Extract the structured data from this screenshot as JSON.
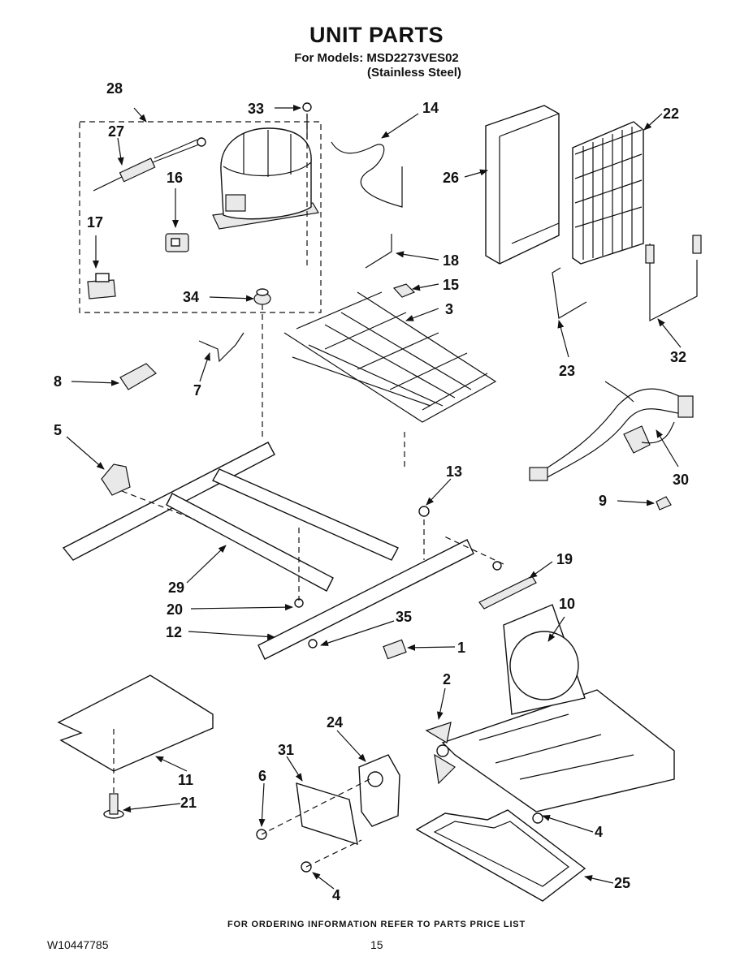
{
  "header": {
    "title": "UNIT PARTS",
    "models_line": "For Models: MSD2273VES02",
    "finish_line": "(Stainless Steel)"
  },
  "footer": {
    "ordering_note": "FOR ORDERING INFORMATION REFER TO PARTS PRICE LIST",
    "document_number": "W10447785",
    "page_number": "15"
  },
  "callouts": [
    {
      "id": "c28",
      "label": "28"
    },
    {
      "id": "c27",
      "label": "27"
    },
    {
      "id": "c33",
      "label": "33"
    },
    {
      "id": "c14",
      "label": "14"
    },
    {
      "id": "c26",
      "label": "26"
    },
    {
      "id": "c22",
      "label": "22"
    },
    {
      "id": "c16",
      "label": "16"
    },
    {
      "id": "c17",
      "label": "17"
    },
    {
      "id": "c18",
      "label": "18"
    },
    {
      "id": "c15",
      "label": "15"
    },
    {
      "id": "c34",
      "label": "34"
    },
    {
      "id": "c3",
      "label": "3"
    },
    {
      "id": "c23",
      "label": "23"
    },
    {
      "id": "c32",
      "label": "32"
    },
    {
      "id": "c8",
      "label": "8"
    },
    {
      "id": "c7",
      "label": "7"
    },
    {
      "id": "c5",
      "label": "5"
    },
    {
      "id": "c30",
      "label": "30"
    },
    {
      "id": "c13",
      "label": "13"
    },
    {
      "id": "c9",
      "label": "9"
    },
    {
      "id": "c19",
      "label": "19"
    },
    {
      "id": "c29",
      "label": "29"
    },
    {
      "id": "c10",
      "label": "10"
    },
    {
      "id": "c20",
      "label": "20"
    },
    {
      "id": "c35",
      "label": "35"
    },
    {
      "id": "c12",
      "label": "12"
    },
    {
      "id": "c1",
      "label": "1"
    },
    {
      "id": "c2",
      "label": "2"
    },
    {
      "id": "c24",
      "label": "24"
    },
    {
      "id": "c31",
      "label": "31"
    },
    {
      "id": "c6",
      "label": "6"
    },
    {
      "id": "c11",
      "label": "11"
    },
    {
      "id": "c21",
      "label": "21"
    },
    {
      "id": "c4a",
      "label": "4"
    },
    {
      "id": "c4b",
      "label": "4"
    },
    {
      "id": "c25",
      "label": "25"
    }
  ]
}
